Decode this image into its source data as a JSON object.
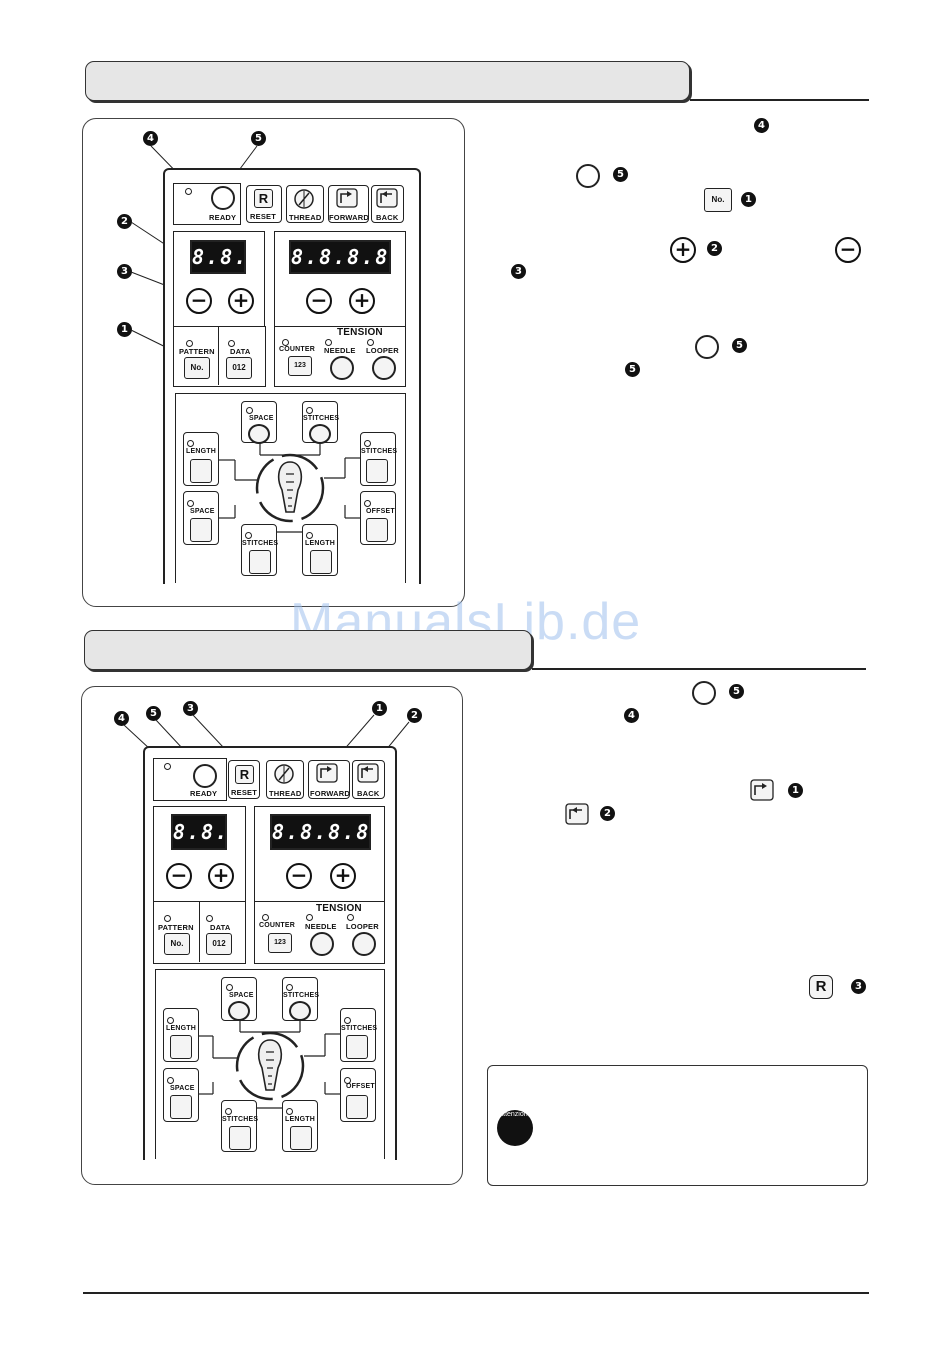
{
  "watermark": "ManualsLib.de",
  "callouts": {
    "c1": "1",
    "c2": "2",
    "c3": "3",
    "c4": "4",
    "c5": "5"
  },
  "panel": {
    "ready": "READY",
    "reset": "RESET",
    "reset_key": "R",
    "thread": "THREAD",
    "forward": "FORWARD",
    "back": "BACK",
    "display_small": "8.8.",
    "display_large": "8.8.8.8.",
    "minus": "−",
    "plus": "+",
    "pattern": "PATTERN",
    "pattern_key": "No.",
    "data": "DATA",
    "data_key": "012",
    "tension": "TENSION",
    "counter": "COUNTER",
    "counter_key": "123",
    "needle": "NEEDLE",
    "looper": "LOOPER",
    "space": "SPACE",
    "stitches": "STITCHES",
    "length": "LENGTH",
    "offset": "OFFSET"
  },
  "inline": {
    "no_key": "No.",
    "reset_key": "R"
  },
  "note": {
    "badge": "Attenzione"
  }
}
